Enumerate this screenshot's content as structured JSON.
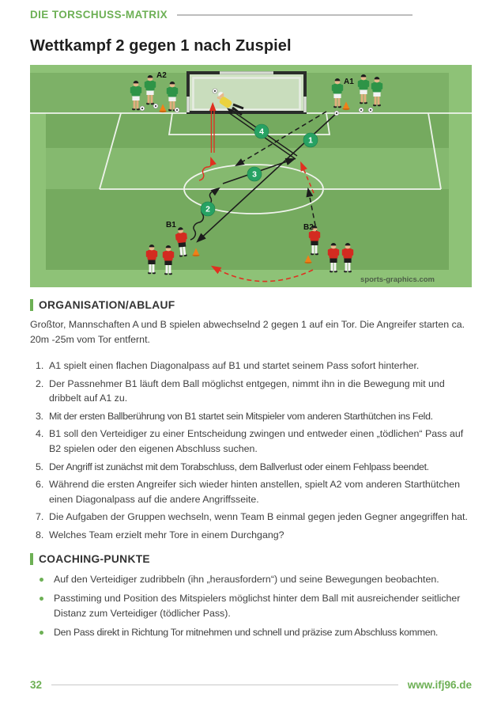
{
  "page": {
    "kicker": "DIE TORSCHUSS-MATRIX",
    "title": "Wettkampf 2 gegen 1 nach Zuspiel",
    "footer_page_number": "32",
    "footer_site": "www.ifj96.de"
  },
  "sections": {
    "organisation": {
      "heading": "ORGANISATION/ABLAUF",
      "intro": "Großtor, Mannschaften A und B spielen abwechselnd 2 gegen 1 auf ein Tor. Die Angreifer starten ca. 20m -25m vom Tor entfernt.",
      "steps": [
        "A1 spielt einen flachen Diagonalpass auf B1 und startet seinem Pass sofort hinterher.",
        "Der Passnehmer B1 läuft dem Ball möglichst entgegen, nimmt ihn in die Bewegung mit und dribbelt auf A1 zu.",
        "Mit der ersten Ballberührung von B1 startet sein Mitspieler vom anderen Starthütchen ins Feld.",
        "B1 soll den Verteidiger zu einer Entscheidung zwingen und entweder einen „tödlichen“ Pass auf B2 spielen oder den eigenen Abschluss suchen.",
        "Der Angriff ist zunächst mit dem Torabschluss, dem Ballverlust oder einem Fehlpass beendet.",
        "Während die ersten Angreifer sich wieder hinten anstellen, spielt A2 vom anderen Starthütchen einen Diagonalpass auf die andere Angriffsseite.",
        "Die Aufgaben der Gruppen wechseln, wenn Team B einmal gegen jeden Gegner angegriffen hat.",
        "Welches Team erzielt mehr Tore in einem Durchgang?"
      ]
    },
    "coaching": {
      "heading": "COACHING-PUNKTE",
      "points": [
        "Auf den Verteidiger zudribbeln (ihn „herausfordern“) und seine Bewegungen beobachten.",
        "Passtiming und Position des Mitspielers möglichst hinter dem Ball mit ausreichender seitlicher Distanz zum Verteidiger (tödlicher Pass).",
        "Den Pass direkt in Richtung Tor mitnehmen und schnell und präzise zum Abschluss kommen."
      ]
    }
  },
  "diagram": {
    "watermark": "sports-graphics.com",
    "labels": {
      "a2": "A2",
      "a1": "A1",
      "b1": "B1",
      "b2": "B2"
    },
    "step_markers": [
      "1",
      "2",
      "3",
      "4"
    ],
    "colors": {
      "accent_green": "#6db055",
      "marker_green": "#27a263",
      "field_dark": "#75aa5f",
      "field_light": "#85b96f",
      "field_band": "#8ec277",
      "team_a_shirt": "#2e9447",
      "team_b_shirt": "#d32b20",
      "keeper_shirt": "#ead23f",
      "cone_orange": "#f08018",
      "arrow_black": "#1c1c1c",
      "arrow_red": "#e03020"
    }
  }
}
